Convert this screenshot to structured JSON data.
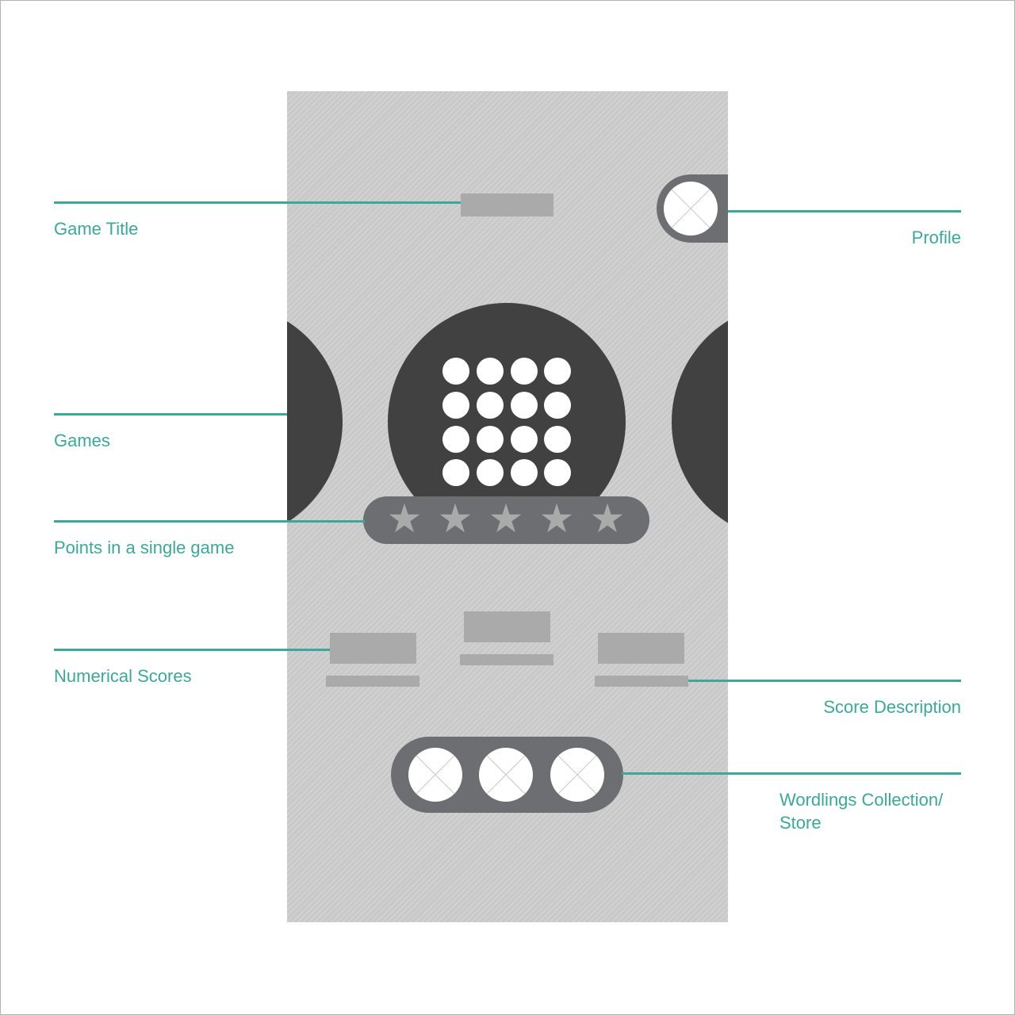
{
  "labels": {
    "game_title": "Game Title",
    "profile": "Profile",
    "games": "Games",
    "points": "Points in a single game",
    "numerical_scores": "Numerical Scores",
    "score_description": "Score Description",
    "store_line1": "Wordlings Collection/",
    "store_line2": "Store"
  },
  "rating": {
    "stars": 5,
    "star_glyph": "★"
  },
  "colors": {
    "annotation": "#3aa99a",
    "placeholder": "#aaaaaa",
    "dark": "#414141",
    "mid": "#6d6e71"
  },
  "icons": [
    "avatar-placeholder-icon",
    "star-icon"
  ]
}
